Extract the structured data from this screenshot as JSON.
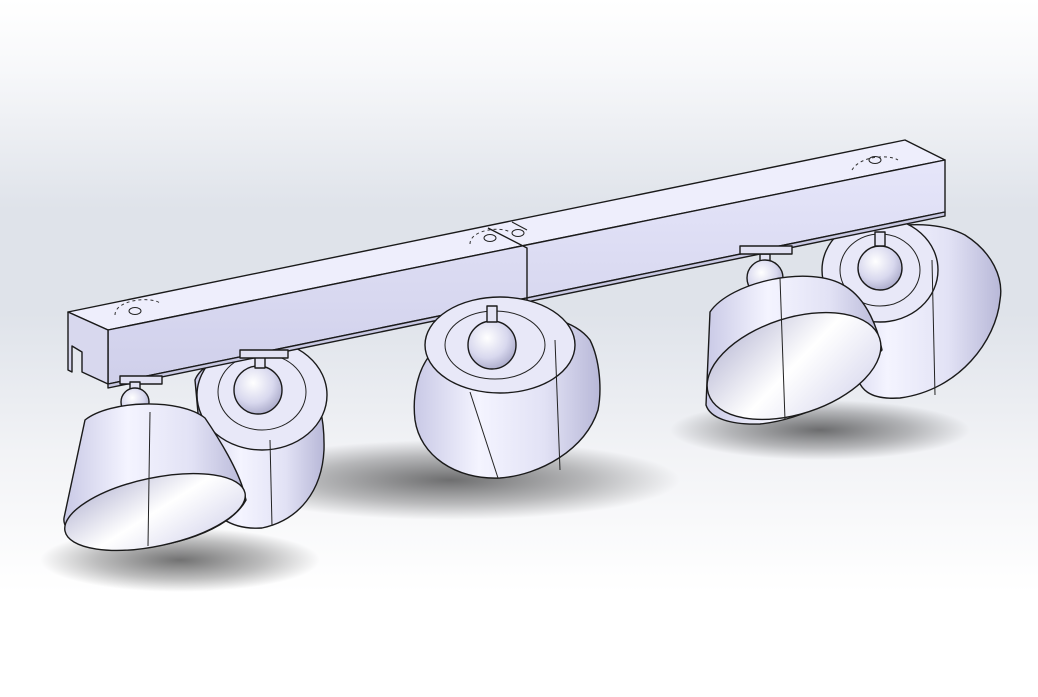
{
  "viewport": {
    "background_top": "#ffffff",
    "background_mid": "#dfe3ea",
    "model_face_color": "#dcdcf2",
    "model_edge_color": "#1a1a1a"
  },
  "model": {
    "type": "track-light-fixture",
    "spotlight_count": 5,
    "rail_segments": 2
  }
}
